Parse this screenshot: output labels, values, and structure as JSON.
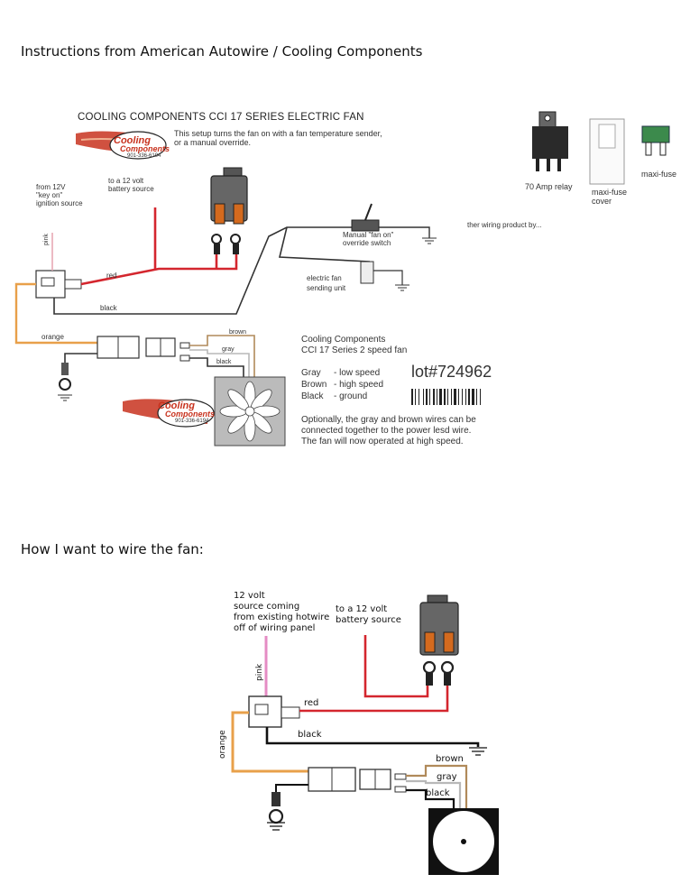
{
  "headings": {
    "top": "Instructions from American Autowire / Cooling Components",
    "bottom": "How I want to wire the fan:"
  },
  "manual": {
    "title": "COOLING COMPONENTS CCI 17 SERIES ELECTRIC FAN",
    "intro": [
      "This setup turns the fan on with a fan temperature sender,",
      "or a manual override."
    ],
    "logo": {
      "line1": "Cooling",
      "line2": "Components",
      "phone": "901-336-6194"
    },
    "ignition_source": [
      "from 12V",
      "\"key on\"",
      "ignition source"
    ],
    "battery_source": [
      "to a 12 volt",
      "battery source"
    ],
    "override_switch": [
      "Manual \"fan on\"",
      "override switch"
    ],
    "sending_unit": [
      "electric fan",
      "sending unit"
    ],
    "wire_labels": {
      "pink": "pink",
      "red": "red",
      "black": "black",
      "orange": "orange",
      "brown": "brown",
      "gray": "gray",
      "black2": "black"
    },
    "fan_heading": [
      "Cooling Components",
      "CCI 17 Series 2 speed fan"
    ],
    "speeds": [
      {
        "color": "Gray",
        "desc": "- low speed"
      },
      {
        "color": "Brown",
        "desc": "- high speed"
      },
      {
        "color": "Black",
        "desc": "- ground"
      }
    ],
    "lot": "lot#724962",
    "note": [
      "Optionally, the gray and brown wires can be",
      "connected together to the power lesd wire.",
      "The fan will now operated at high speed."
    ],
    "other_wiring": "ther wiring product by...",
    "parts": {
      "relay": "70 Amp relay",
      "fuse_cover": [
        "maxi-fuse",
        "cover"
      ],
      "fuse": "maxi-fuse"
    }
  },
  "mine": {
    "source": [
      "12 volt",
      "source coming",
      "from existing hotwire",
      "off of wiring panel"
    ],
    "battery": [
      "to a 12 volt",
      "battery source"
    ],
    "wire_labels": {
      "pink": "pink",
      "red": "red",
      "black": "black",
      "orange": "orange",
      "brown": "brown",
      "gray": "gray",
      "black2": "black"
    }
  },
  "colors": {
    "red_wire": "#d4262e",
    "orange_wire": "#e8a04a",
    "pink_wire": "#e58cc4",
    "brown_wire": "#b08a5a",
    "gray_wire": "#b8b8b8",
    "relay_orange": "#d46a1e",
    "logo_red": "#c8321e"
  }
}
